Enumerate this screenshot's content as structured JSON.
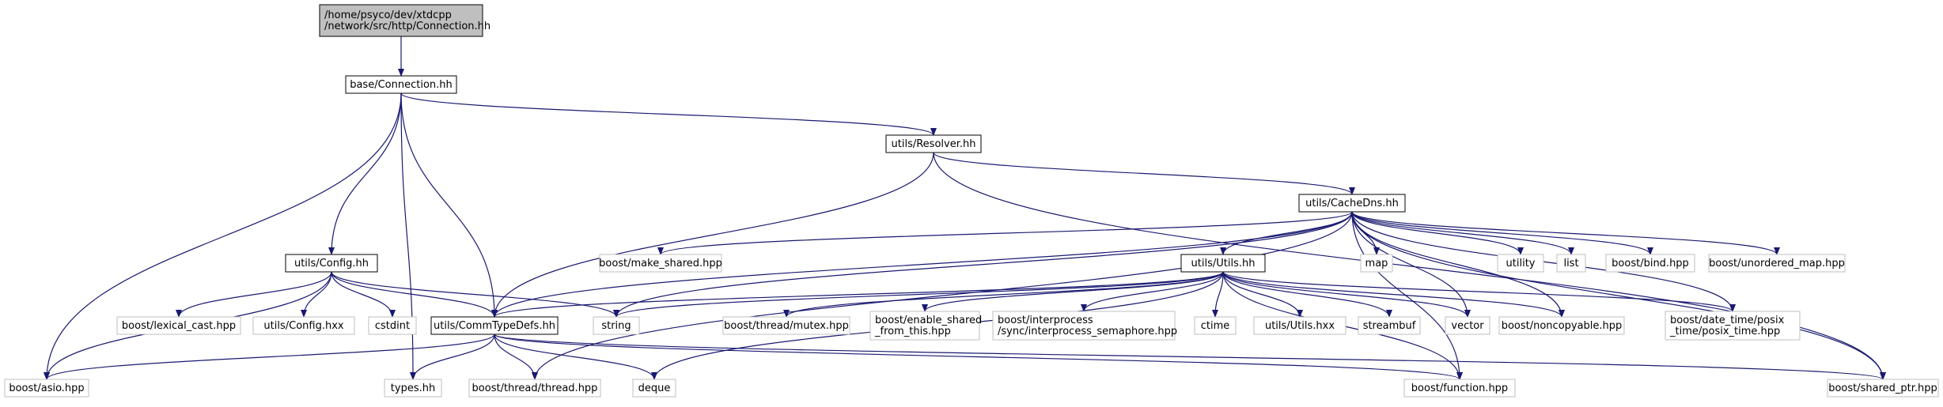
{
  "diagram": {
    "nodes": [
      {
        "id": "root",
        "kind": "root",
        "lines": [
          "/home/psyco/dev/xtdcpp",
          "/network/src/http/Connection.hh"
        ]
      },
      {
        "id": "base_connection",
        "kind": "local",
        "lines": [
          "base/Connection.hh"
        ]
      },
      {
        "id": "utils_resolver",
        "kind": "local",
        "lines": [
          "utils/Resolver.hh"
        ]
      },
      {
        "id": "utils_cachedns",
        "kind": "local",
        "lines": [
          "utils/CacheDns.hh"
        ]
      },
      {
        "id": "utils_config",
        "kind": "local",
        "lines": [
          "utils/Config.hh"
        ]
      },
      {
        "id": "utils_utils",
        "kind": "local",
        "lines": [
          "utils/Utils.hh"
        ]
      },
      {
        "id": "utils_commtypedefs",
        "kind": "local",
        "lines": [
          "utils/CommTypeDefs.hh"
        ]
      },
      {
        "id": "boost_make_shared",
        "kind": "external",
        "lines": [
          "boost/make_shared.hpp"
        ]
      },
      {
        "id": "map",
        "kind": "external",
        "lines": [
          "map"
        ]
      },
      {
        "id": "utility",
        "kind": "external",
        "lines": [
          "utility"
        ]
      },
      {
        "id": "list",
        "kind": "external",
        "lines": [
          "list"
        ]
      },
      {
        "id": "boost_bind",
        "kind": "external",
        "lines": [
          "boost/bind.hpp"
        ]
      },
      {
        "id": "boost_unordered_map",
        "kind": "external",
        "lines": [
          "boost/unordered_map.hpp"
        ]
      },
      {
        "id": "boost_lexical_cast",
        "kind": "external",
        "lines": [
          "boost/lexical_cast.hpp"
        ]
      },
      {
        "id": "utils_config_hxx",
        "kind": "external",
        "lines": [
          "utils/Config.hxx"
        ]
      },
      {
        "id": "cstdint",
        "kind": "external",
        "lines": [
          "cstdint"
        ]
      },
      {
        "id": "string",
        "kind": "external",
        "lines": [
          "string"
        ]
      },
      {
        "id": "boost_thread_mutex",
        "kind": "external",
        "lines": [
          "boost/thread/mutex.hpp"
        ]
      },
      {
        "id": "boost_enable_shared",
        "kind": "external",
        "lines": [
          "boost/enable_shared",
          "_from_this.hpp"
        ]
      },
      {
        "id": "boost_interprocess",
        "kind": "external",
        "lines": [
          "boost/interprocess",
          "/sync/interprocess_semaphore.hpp"
        ]
      },
      {
        "id": "ctime",
        "kind": "external",
        "lines": [
          "ctime"
        ]
      },
      {
        "id": "utils_utils_hxx",
        "kind": "external",
        "lines": [
          "utils/Utils.hxx"
        ]
      },
      {
        "id": "streambuf",
        "kind": "external",
        "lines": [
          "streambuf"
        ]
      },
      {
        "id": "vector",
        "kind": "external",
        "lines": [
          "vector"
        ]
      },
      {
        "id": "boost_noncopyable",
        "kind": "external",
        "lines": [
          "boost/noncopyable.hpp"
        ]
      },
      {
        "id": "boost_posix_time",
        "kind": "external",
        "lines": [
          "boost/date_time/posix",
          "_time/posix_time.hpp"
        ]
      },
      {
        "id": "boost_asio",
        "kind": "external",
        "lines": [
          "boost/asio.hpp"
        ]
      },
      {
        "id": "types_hh",
        "kind": "external",
        "lines": [
          "types.hh"
        ]
      },
      {
        "id": "boost_thread_thread",
        "kind": "external",
        "lines": [
          "boost/thread/thread.hpp"
        ]
      },
      {
        "id": "deque",
        "kind": "external",
        "lines": [
          "deque"
        ]
      },
      {
        "id": "boost_function",
        "kind": "external",
        "lines": [
          "boost/function.hpp"
        ]
      },
      {
        "id": "boost_shared_ptr",
        "kind": "external",
        "lines": [
          "boost/shared_ptr.hpp"
        ]
      }
    ],
    "edges": [
      [
        "root",
        "base_connection"
      ],
      [
        "base_connection",
        "boost_asio"
      ],
      [
        "base_connection",
        "utils_config"
      ],
      [
        "base_connection",
        "types_hh"
      ],
      [
        "base_connection",
        "utils_commtypedefs"
      ],
      [
        "base_connection",
        "utils_resolver"
      ],
      [
        "utils_resolver",
        "utils_commtypedefs"
      ],
      [
        "utils_resolver",
        "utils_cachedns"
      ],
      [
        "utils_resolver",
        "boost_shared_ptr"
      ],
      [
        "utils_cachedns",
        "utils_commtypedefs"
      ],
      [
        "utils_cachedns",
        "boost_make_shared"
      ],
      [
        "utils_cachedns",
        "string"
      ],
      [
        "utils_cachedns",
        "boost_thread_thread"
      ],
      [
        "utils_cachedns",
        "utils_utils"
      ],
      [
        "utils_cachedns",
        "map"
      ],
      [
        "utils_cachedns",
        "utility"
      ],
      [
        "utils_cachedns",
        "list"
      ],
      [
        "utils_cachedns",
        "boost_bind"
      ],
      [
        "utils_cachedns",
        "boost_unordered_map"
      ],
      [
        "utils_cachedns",
        "vector"
      ],
      [
        "utils_cachedns",
        "boost_noncopyable"
      ],
      [
        "utils_cachedns",
        "boost_posix_time"
      ],
      [
        "utils_cachedns",
        "boost_function"
      ],
      [
        "utils_cachedns",
        "boost_shared_ptr"
      ],
      [
        "utils_config",
        "boost_asio"
      ],
      [
        "utils_config",
        "boost_lexical_cast"
      ],
      [
        "utils_config",
        "utils_config_hxx"
      ],
      [
        "utils_config",
        "cstdint"
      ],
      [
        "utils_config",
        "utils_commtypedefs"
      ],
      [
        "utils_config",
        "string"
      ],
      [
        "utils_utils",
        "utils_commtypedefs"
      ],
      [
        "utils_utils",
        "string"
      ],
      [
        "utils_utils",
        "deque"
      ],
      [
        "utils_utils",
        "boost_thread_mutex"
      ],
      [
        "utils_utils",
        "boost_enable_shared"
      ],
      [
        "utils_utils",
        "boost_interprocess"
      ],
      [
        "utils_utils",
        "ctime"
      ],
      [
        "utils_utils",
        "utils_utils_hxx"
      ],
      [
        "utils_utils",
        "streambuf"
      ],
      [
        "utils_utils",
        "vector"
      ],
      [
        "utils_utils",
        "boost_noncopyable"
      ],
      [
        "utils_utils",
        "boost_posix_time"
      ],
      [
        "utils_utils",
        "boost_function"
      ],
      [
        "utils_commtypedefs",
        "boost_asio"
      ],
      [
        "utils_commtypedefs",
        "types_hh"
      ],
      [
        "utils_commtypedefs",
        "boost_thread_thread"
      ],
      [
        "utils_commtypedefs",
        "deque"
      ],
      [
        "utils_commtypedefs",
        "boost_function"
      ],
      [
        "utils_commtypedefs",
        "boost_shared_ptr"
      ]
    ]
  }
}
